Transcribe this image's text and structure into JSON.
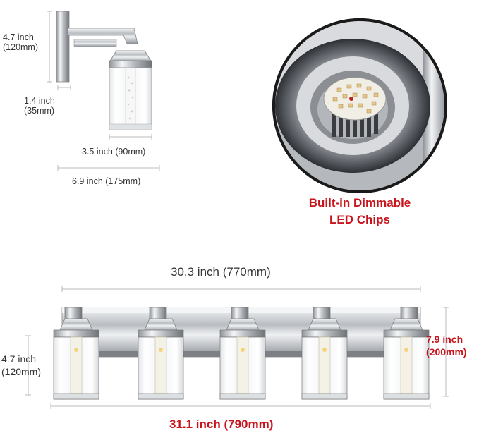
{
  "single_fixture": {
    "height": {
      "inch": "4.7 inch",
      "mm": "(120mm)"
    },
    "depth": {
      "inch": "1.4 inch",
      "mm": "(35mm)"
    },
    "shade_width": {
      "text": "3.5 inch  (90mm)"
    },
    "projection": {
      "text": "6.9 inch  (175mm)"
    }
  },
  "led_callout": {
    "line1": "Built-in Dimmable",
    "line2": "LED Chips"
  },
  "five_light_fixture": {
    "backplate_width": "30.3 inch (770mm)",
    "height_left": {
      "inch": "4.7 inch",
      "mm": "(120mm)"
    },
    "height_right": {
      "inch": "7.9 inch",
      "mm": "(200mm)"
    },
    "overall_width": "31.1 inch (790mm)"
  },
  "colors": {
    "highlight_red": "#c8141c",
    "dimension_line": "#bbbbbb",
    "chrome": "#c9ccd0"
  }
}
